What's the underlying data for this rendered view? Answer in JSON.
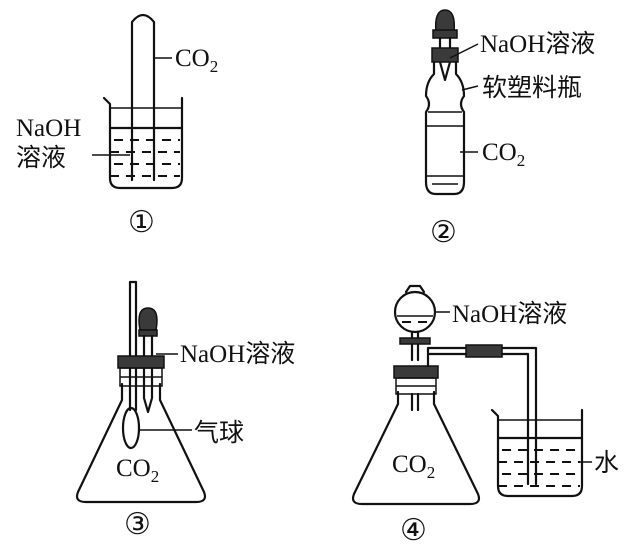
{
  "figures": [
    {
      "id": "1",
      "number": "①",
      "labels": {
        "gas": "CO",
        "gas_sub": "2",
        "solution_line1": "NaOH",
        "solution_line2": "溶液"
      }
    },
    {
      "id": "2",
      "number": "②",
      "labels": {
        "solution": "NaOH溶液",
        "bottle": "软塑料瓶",
        "gas": "CO",
        "gas_sub": "2"
      }
    },
    {
      "id": "3",
      "number": "③",
      "labels": {
        "solution": "NaOH溶液",
        "balloon": "气球",
        "gas": "CO",
        "gas_sub": "2"
      }
    },
    {
      "id": "4",
      "number": "④",
      "labels": {
        "solution": "NaOH溶液",
        "gas": "CO",
        "gas_sub": "2",
        "water": "水"
      }
    }
  ]
}
